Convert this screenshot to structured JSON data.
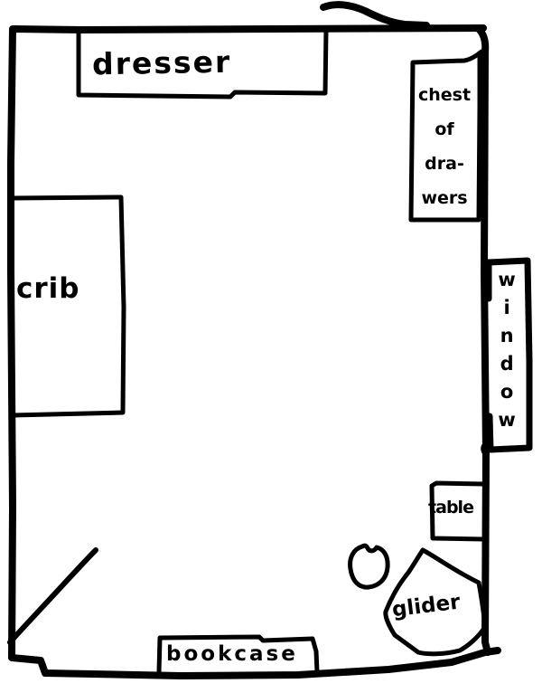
{
  "canvas": {
    "background_color": "#ffffff",
    "ink_color": "#000000"
  },
  "floorplan": {
    "kind": "hand-drawn nursery room layout sketch",
    "labels": {
      "dresser": "dresser",
      "chest_of_drawers": "chest\nof\ndra-\nwers",
      "crib": "crib",
      "window": "window",
      "table": "table",
      "glider": "glider",
      "bookcase": "bookcase"
    }
  }
}
